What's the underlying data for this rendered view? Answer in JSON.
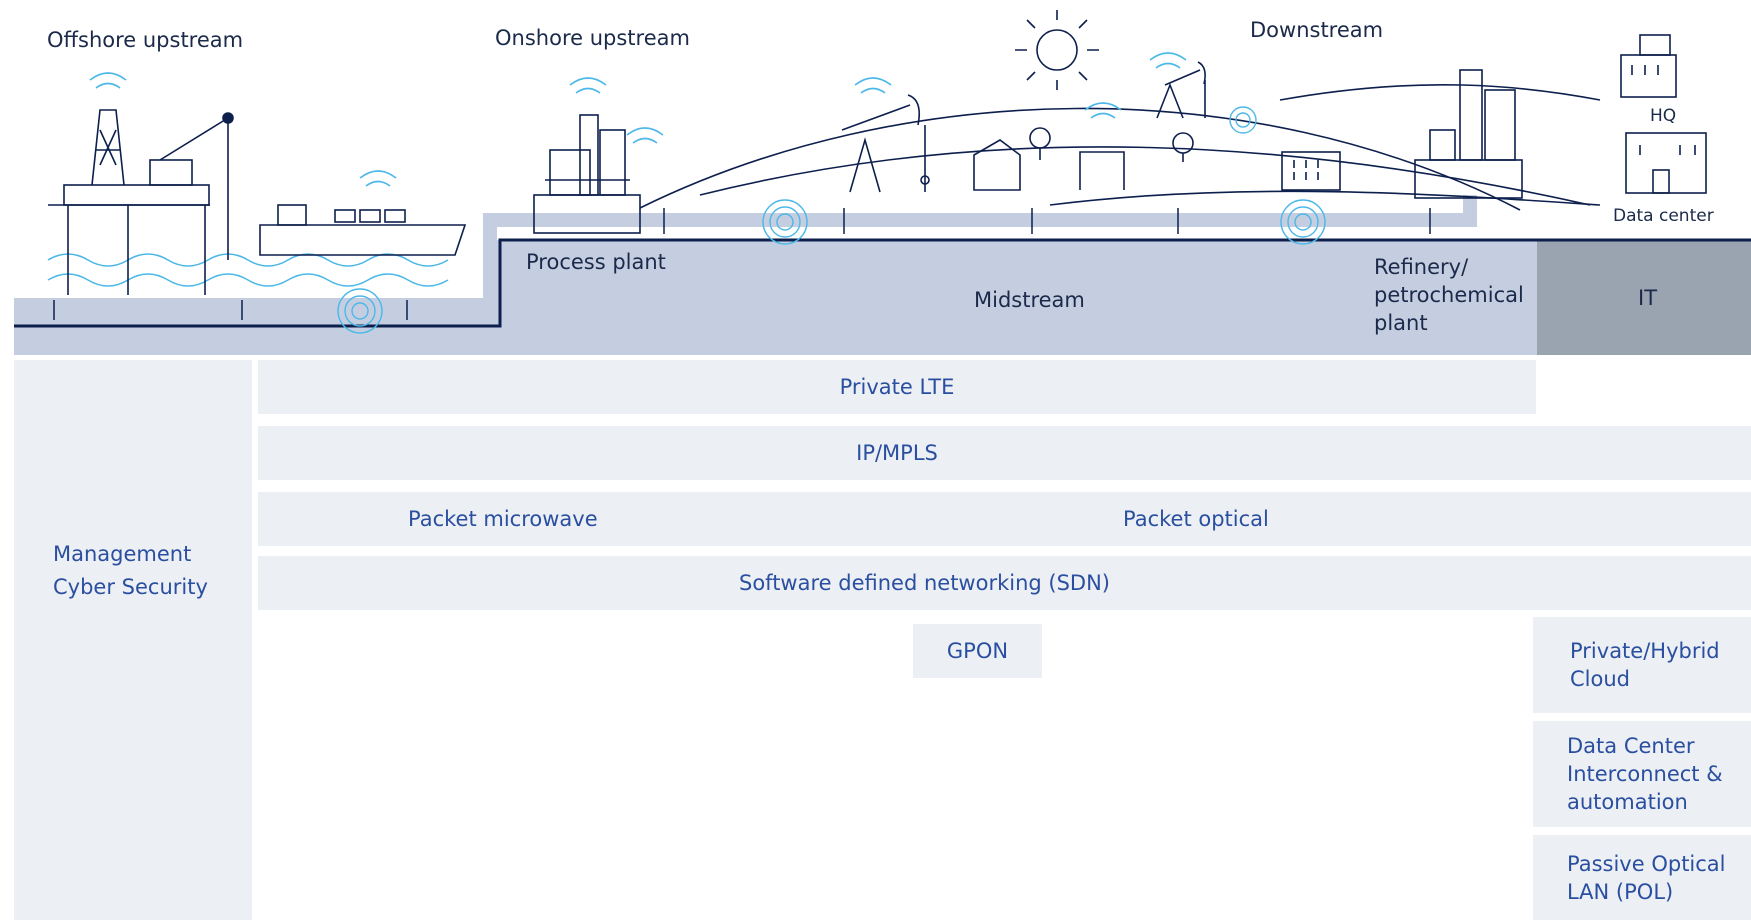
{
  "regions": {
    "offshore": "Offshore upstream",
    "onshore": "Onshore upstream",
    "downstream": "Downstream",
    "hq": "HQ",
    "data_center": "Data center"
  },
  "band": {
    "process_plant": "Process plant",
    "midstream": "Midstream",
    "refinery_l1": "Refinery/",
    "refinery_l2": "petrochemical",
    "refinery_l3": "plant",
    "it": "IT"
  },
  "left_panel": {
    "line1": "Management",
    "line2": "Cyber Security"
  },
  "layers": {
    "private_lte": "Private LTE",
    "ip_mpls": "IP/MPLS",
    "packet_microwave": "Packet microwave",
    "packet_optical": "Packet optical",
    "sdn": "Software defined networking (SDN)",
    "gpon": "GPON"
  },
  "it_stack": {
    "cloud_l1": "Private/Hybrid",
    "cloud_l2": "Cloud",
    "dci_l1": "Data Center",
    "dci_l2": "Interconnect &",
    "dci_l3": "automation",
    "pol_l1": "Passive Optical",
    "pol_l2": "LAN (POL)"
  },
  "colors": {
    "band": "#c5cee0",
    "it_band": "#9aa3b0",
    "panel": "#eceff3",
    "navy": "#0d1f4d",
    "accent": "#4cb8e8",
    "text_blue": "#2a4fa0"
  }
}
